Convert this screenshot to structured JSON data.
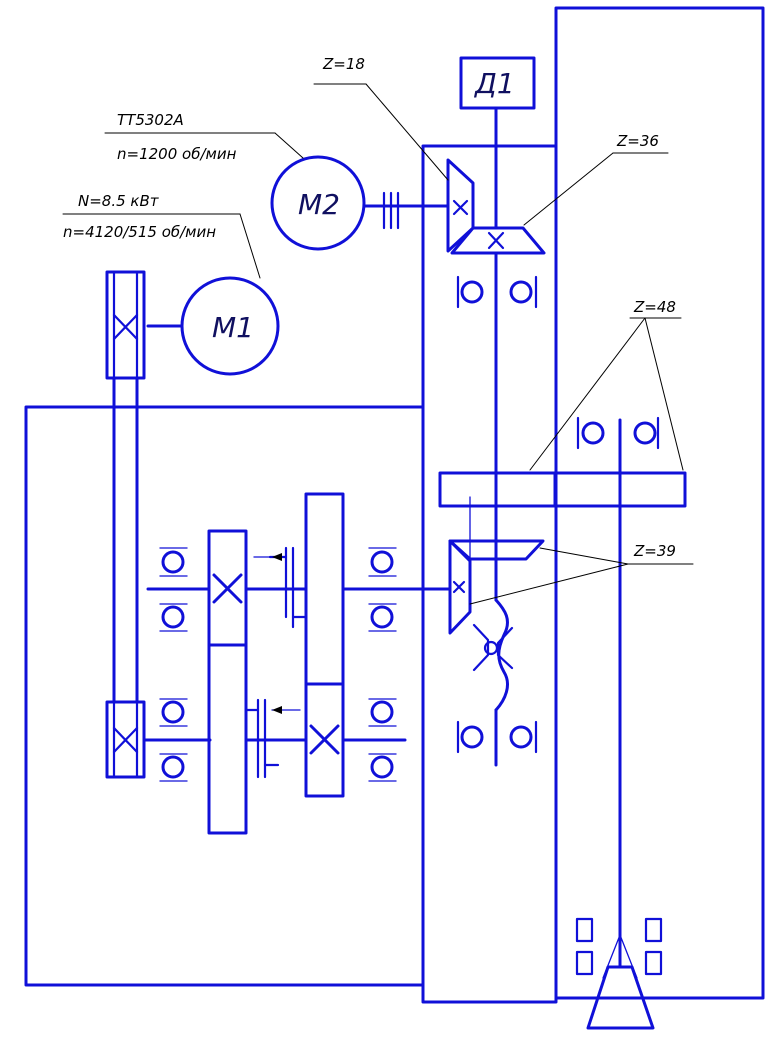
{
  "colors": {
    "lines": "#1010d8",
    "text": "#000000",
    "background": "#ffffff"
  },
  "labels": {
    "z18": "Z=18",
    "z36": "Z=36",
    "z48": "Z=48",
    "z39": "Z=39",
    "m2_model": "TT5302A",
    "m2_speed": "n=1200 об/мин",
    "m1_power": "N=8.5 кВт",
    "m1_speed": "n=4120/515 об/мин",
    "m2": "M2",
    "m1": "M1",
    "d1": "Д1"
  }
}
